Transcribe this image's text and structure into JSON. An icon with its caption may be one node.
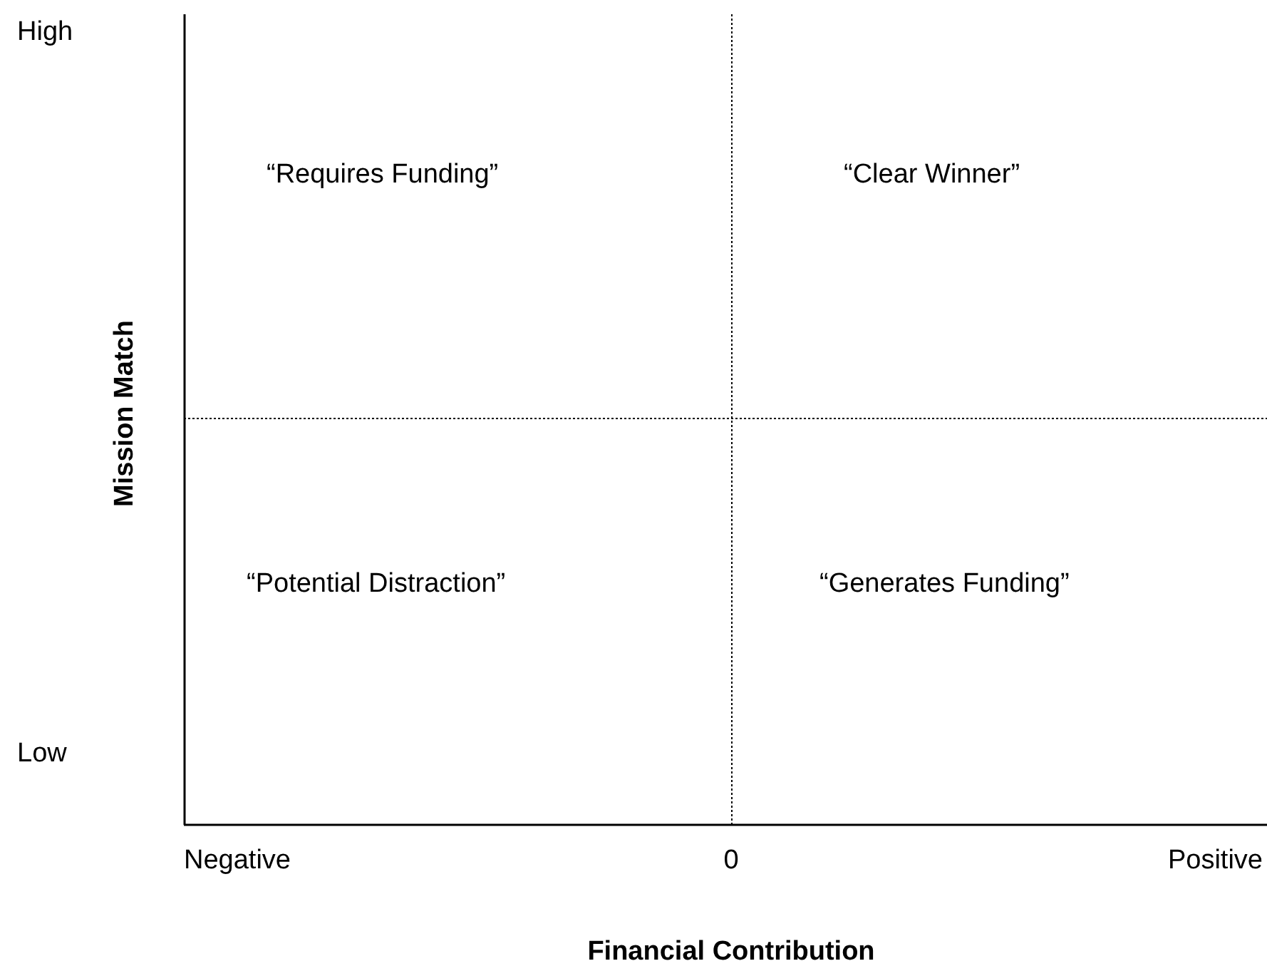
{
  "diagram": {
    "labels": [
      "High",
      "“Requires Funding”",
      "“Clear Winner”",
      "Mission Match",
      "“Potential Distraction”",
      "“Generates Funding”",
      "Low",
      "Negative",
      "0",
      "Positive",
      "Financial Contribution"
    ]
  }
}
